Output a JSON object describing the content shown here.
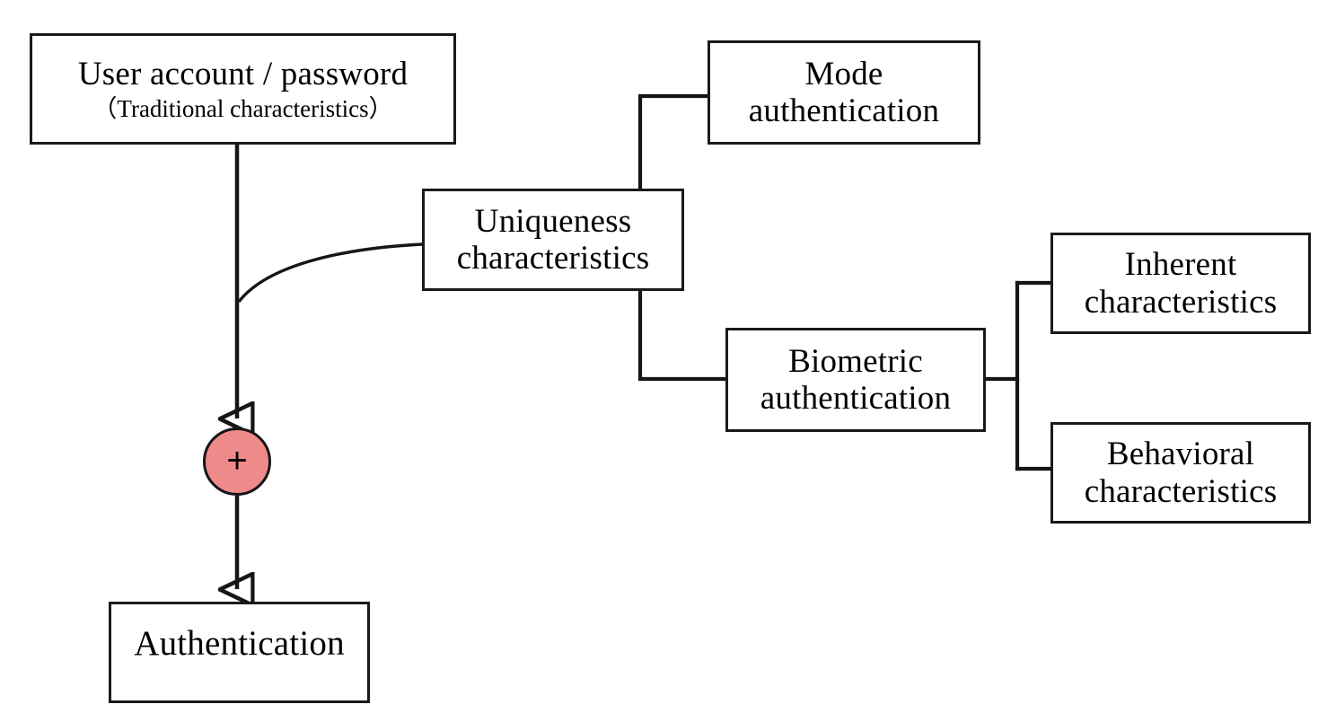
{
  "diagram": {
    "type": "flowchart",
    "title": "Authentication characteristics flowchart",
    "background": "#ffffff",
    "line_color": "#161616",
    "accent_color": "#ef8a8a",
    "nodes": {
      "user_account": {
        "line1": "User account / password",
        "line2": "（Traditional characteristics）",
        "shape": "rectangle"
      },
      "uniqueness": {
        "line1": "Uniqueness",
        "line2": "characteristics",
        "shape": "rectangle"
      },
      "mode_authentication": {
        "line1": "Mode",
        "line2": "authentication",
        "shape": "rectangle"
      },
      "biometric_authentication": {
        "line1": "Biometric",
        "line2": "authentication",
        "shape": "rectangle"
      },
      "inherent": {
        "line1": "Inherent",
        "line2": "characteristics",
        "shape": "rectangle"
      },
      "behavioral": {
        "line1": "Behavioral",
        "line2": "characteristics",
        "shape": "rectangle"
      },
      "combiner": {
        "symbol": "+",
        "shape": "circle",
        "fill": "#ef8a8a"
      },
      "authentication": {
        "line1": "Authentication",
        "shape": "rectangle"
      }
    },
    "edges": [
      {
        "from": "user_account",
        "to": "combiner",
        "style": "straight-arrow"
      },
      {
        "from": "uniqueness",
        "to": "combiner",
        "style": "curve"
      },
      {
        "from": "uniqueness",
        "to": "mode_authentication",
        "style": "elbow"
      },
      {
        "from": "uniqueness",
        "to": "biometric_authentication",
        "style": "elbow"
      },
      {
        "from": "biometric_authentication",
        "to": "inherent",
        "style": "bracket"
      },
      {
        "from": "biometric_authentication",
        "to": "behavioral",
        "style": "bracket"
      },
      {
        "from": "combiner",
        "to": "authentication",
        "style": "straight-arrow"
      }
    ]
  }
}
